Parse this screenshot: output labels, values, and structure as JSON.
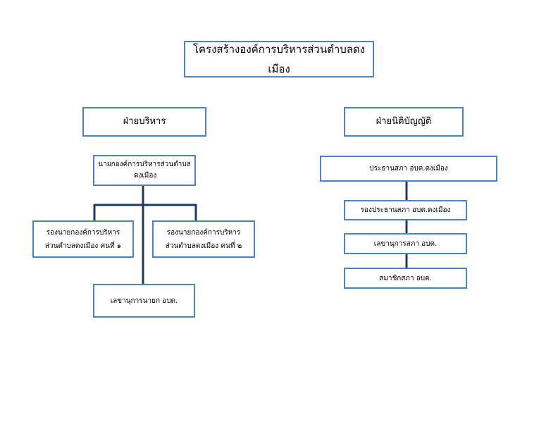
{
  "title": "โครงสร้างองค์การบริหารส่วนตำบลดงเมือง",
  "executive": {
    "header": "ฝ่ายบริหาร",
    "head": {
      "line1": "นายกองค์การบริหารส่วนตำบล",
      "line2": "ดงเมือง"
    },
    "deputy1": {
      "line1": "รองนายกองค์การบริหาร",
      "line2": "ส่วนตำบลดงเมือง คนที่ ๑"
    },
    "deputy2": {
      "line1": "รองนายกองค์การบริหาร",
      "line2": "ส่วนตำบลดงเมือง คนที่ ๒"
    },
    "secretary": "เลขานุการนายก อบต."
  },
  "legislative": {
    "header": "ฝ่ายนิติบัญญัติ",
    "chair": "ประธานสภา อบต.ดงเมือง",
    "vice_chair": "รองประธานสภา อบต.ดงเมือง",
    "secretary": "เลขานุการสภา อบต.",
    "members": "สมาชิกสภา อบต."
  },
  "colors": {
    "box_border": "#4f81bd",
    "connector": "#1f3864"
  }
}
